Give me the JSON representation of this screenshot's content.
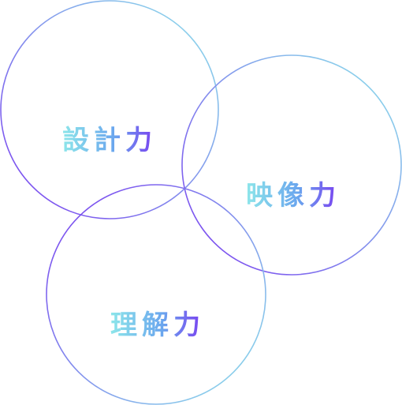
{
  "diagram": {
    "circles": [
      {
        "id": "design",
        "label": "設計力"
      },
      {
        "id": "visual",
        "label": "映像力"
      },
      {
        "id": "understanding",
        "label": "理解力"
      }
    ],
    "colors": {
      "purple": "#7a3cf0",
      "cyan": "#8de6ea",
      "blue": "#6aa6ee"
    }
  }
}
